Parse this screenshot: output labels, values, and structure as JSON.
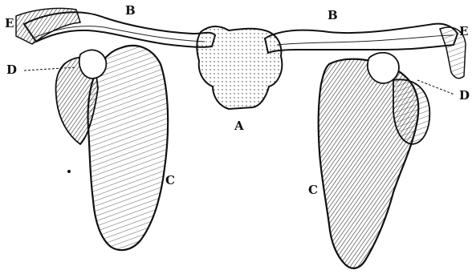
{
  "figure": {
    "labels": {
      "center_bone": "A",
      "clavicle_left": "B",
      "clavicle_right": "B",
      "scapula_left": "C",
      "scapula_right": "C",
      "process_left": "D",
      "process_right": "D",
      "end_left": "E",
      "end_right": "E"
    }
  }
}
